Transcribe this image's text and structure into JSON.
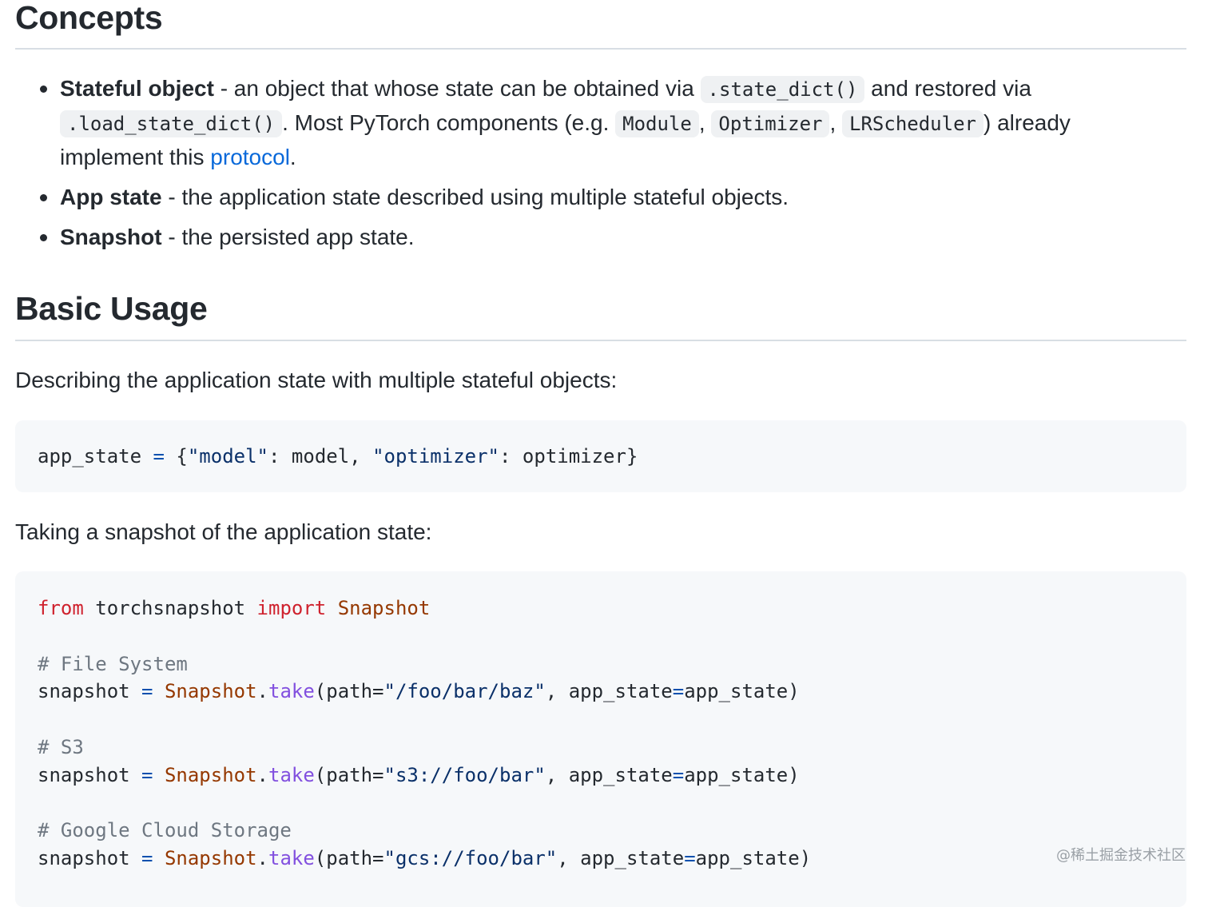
{
  "sections": {
    "concepts_title": "Concepts",
    "basic_usage_title": "Basic Usage"
  },
  "concepts": {
    "items": [
      {
        "term": "Stateful object",
        "desc_a": " - an object that whose state can be obtained via ",
        "code_a": ".state_dict()",
        "desc_b": " and restored via ",
        "code_b": ".load_state_dict()",
        "desc_c": ". Most PyTorch components (e.g. ",
        "code_c": "Module",
        "sep1": ", ",
        "code_d": "Optimizer",
        "sep2": ", ",
        "code_e": "LRScheduler",
        "desc_d": ") already implement this ",
        "link": "protocol",
        "desc_e": "."
      },
      {
        "term": "App state",
        "desc": " - the application state described using multiple stateful objects."
      },
      {
        "term": "Snapshot",
        "desc": " - the persisted app state."
      }
    ]
  },
  "basic_usage": {
    "intro1": "Describing the application state with multiple stateful objects:",
    "intro2": "Taking a snapshot of the application state:"
  },
  "code1": {
    "var": "app_state",
    "eq": " = ",
    "brace_open": "{",
    "key1": "\"model\"",
    "colon1": ": model, ",
    "key2": "\"optimizer\"",
    "colon2": ": optimizer}"
  },
  "code2": {
    "import_line": {
      "kw_from": "from",
      "module": " torchsnapshot ",
      "kw_import": "import",
      "cls": " Snapshot"
    },
    "blocks": [
      {
        "comment": "# File System",
        "path": "\"/foo/bar/baz\""
      },
      {
        "comment": "# S3",
        "path": "\"s3://foo/bar\""
      },
      {
        "comment": "# Google Cloud Storage",
        "path": "\"gcs://foo/bar\""
      }
    ],
    "lhs": "snapshot",
    "eq": " = ",
    "cls": "Snapshot",
    "dot": ".",
    "fn": "take",
    "arg_open": "(path=",
    "arg_rest": ", app_state",
    "eq2": "=",
    "arg_end": "app_state)"
  },
  "watermark": "@稀土掘金技术社区"
}
